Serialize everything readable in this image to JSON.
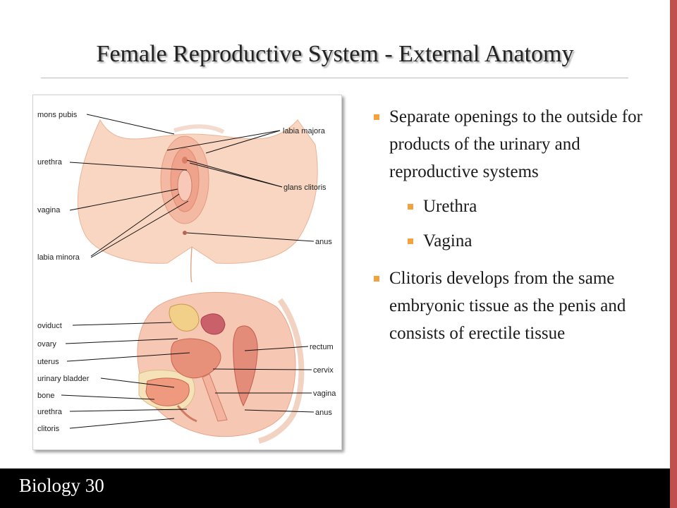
{
  "slide": {
    "title": "Female Reproductive System - External Anatomy",
    "footer": "Biology 30"
  },
  "figure": {
    "external_labels": {
      "mons_pubis": "mons pubis",
      "urethra": "urethra",
      "vagina": "vagina",
      "labia_minora": "labia minora",
      "labia_majora": "labia majora",
      "glans_clitoris": "glans clitoris",
      "anus": "anus"
    },
    "section_labels": {
      "oviduct": "oviduct",
      "ovary": "ovary",
      "uterus": "uterus",
      "urinary_bladder": "urinary bladder",
      "bone": "bone",
      "urethra": "urethra",
      "clitoris": "clitoris",
      "rectum": "rectum",
      "cervix": "cervix",
      "vagina": "vagina",
      "anus": "anus"
    }
  },
  "bullets": [
    {
      "text": "Separate openings to the outside for products of the urinary and reproductive systems",
      "sub": [
        "Urethra",
        "Vagina"
      ]
    },
    {
      "text": "Clitoris develops from the same embryonic tissue as the penis and consists of erectile tissue"
    }
  ],
  "colors": {
    "accent_bar": "#c0504d",
    "bullet": "#f0a340",
    "footer_bg": "#000000"
  }
}
